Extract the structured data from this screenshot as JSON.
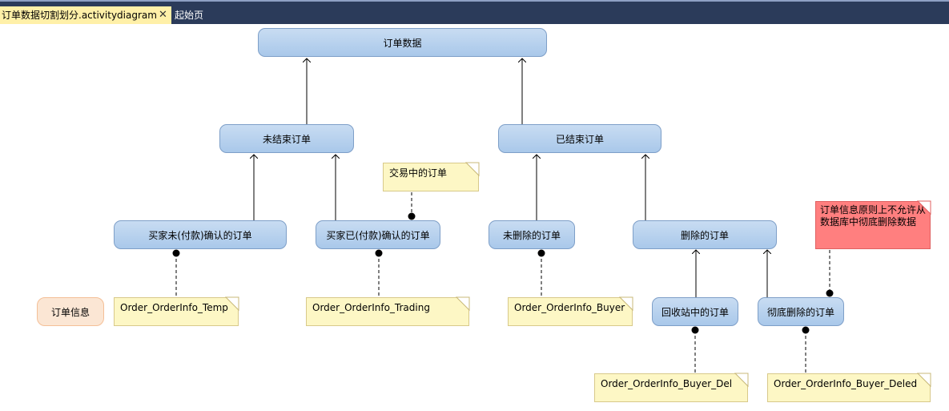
{
  "tabs": {
    "active": "订单数据切割划分.activitydiagram",
    "close_glyph": "✕",
    "inactive": "起始页"
  },
  "nodes": {
    "order_data": "订单数据",
    "unfinished_orders": "未结束订单",
    "finished_orders": "已结束订单",
    "buyer_unconfirmed": "买家未(付款)确认的订单",
    "buyer_confirmed": "买家已(付款)确认的订单",
    "not_deleted": "未删除的订单",
    "deleted": "删除的订单",
    "recycle_bin": "回收站中的订单",
    "permanently_deleted": "彻底删除的订单"
  },
  "legend": {
    "label": "订单信息"
  },
  "notes": {
    "trading": "交易中的订单",
    "warning": "订单信息原则上不允许从数据库中彻底删除数据",
    "temp_table": "Order_OrderInfo_Temp",
    "trading_table": "Order_OrderInfo_Trading",
    "buyer_table": "Order_OrderInfo_Buyer",
    "buyer_del_table": "Order_OrderInfo_Buyer_Del",
    "buyer_deled_table": "Order_OrderInfo_Buyer_Deled"
  },
  "colors": {
    "tabbar": "#2b3b5a",
    "active_tab": "#fff0a8",
    "node_fill": "#b6d2ef",
    "note_yellow": "#fdf7c5",
    "note_red": "#ff7f7f",
    "legend_fill": "#fbe6d4"
  }
}
